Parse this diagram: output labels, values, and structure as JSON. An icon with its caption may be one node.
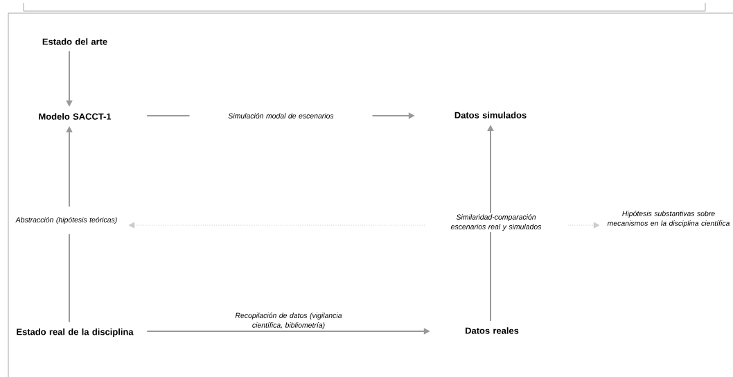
{
  "diagram": {
    "nodes": [
      {
        "text": [
          "Estado del arte"
        ]
      },
      {
        "text": [
          "Modelo SACCT-1"
        ]
      },
      {
        "text": [
          "Datos simulados"
        ]
      },
      {
        "text": [
          "Abstracción (hipótesis teóricas)"
        ]
      },
      {
        "text": [
          "Hipótesis substantivas sobre mecanismos en la disciplina científica"
        ]
      },
      {
        "text": [
          "Estado real de la disciplina"
        ]
      },
      {
        "text": [
          "Datos reales"
        ]
      }
    ],
    "edges": [
      {
        "from": 0,
        "to": 1,
        "arrow": "to"
      },
      {
        "from": 1,
        "to": 2,
        "arrow": "to",
        "label": "Simulación modal de escenarios"
      },
      {
        "from": 5,
        "to": 3,
        "arrow": "none"
      },
      {
        "from": 3,
        "to": 1,
        "arrow": "to"
      },
      {
        "from": 3,
        "to": 4,
        "arrow": "both",
        "style": "dashed",
        "color": "#cccccc",
        "label": "Similaridad-comparación escenarios real y simulados"
      },
      {
        "from": 5,
        "to": 6,
        "arrow": "to",
        "label": "Recopilación de datos (vigilancia científica, bibliometría)"
      },
      {
        "from": 6,
        "to": 2,
        "arrow": "to"
      }
    ]
  }
}
